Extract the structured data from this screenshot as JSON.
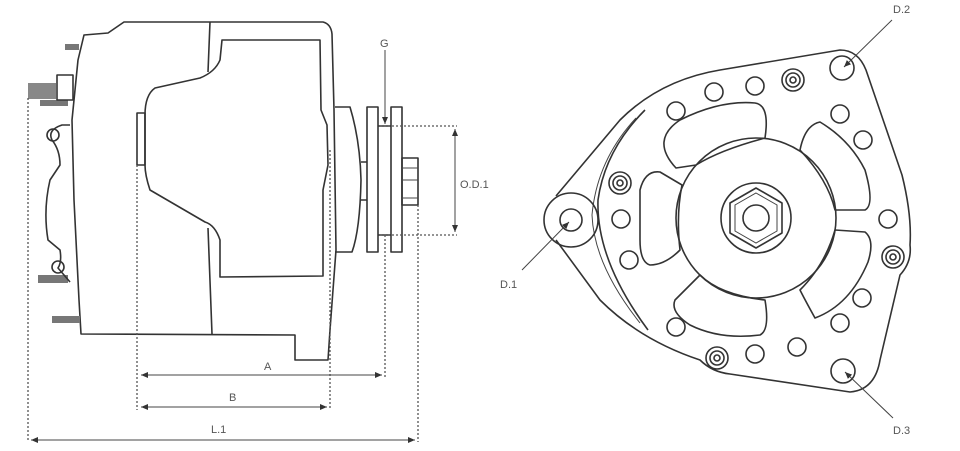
{
  "title": "Alternator dimension drawing",
  "side_view": {
    "labels": {
      "g": "G",
      "od1": "O.D.1",
      "a": "A",
      "b": "B",
      "l1": "L.1"
    }
  },
  "front_view": {
    "labels": {
      "d1": "D.1",
      "d2": "D.2",
      "d3": "D.3"
    }
  },
  "colors": {
    "line": "#333333",
    "label": "#555555",
    "background": "#ffffff"
  }
}
